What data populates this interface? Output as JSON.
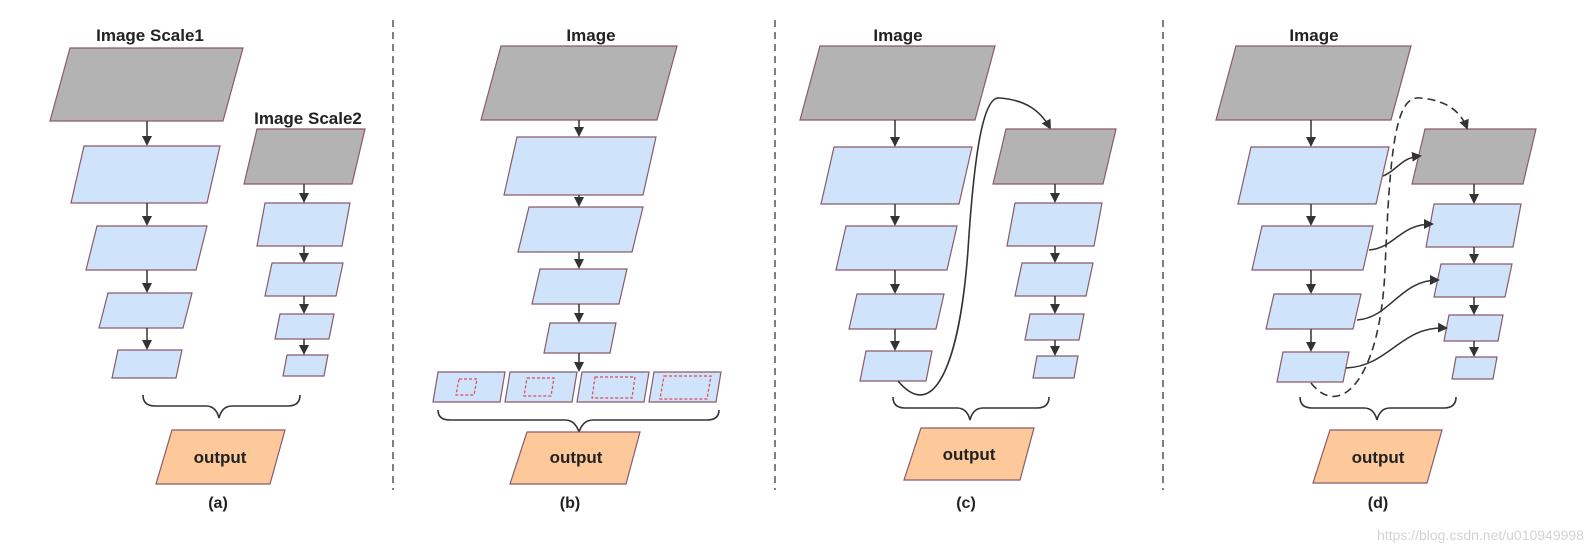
{
  "colors": {
    "image_fill": "#b3b3b3",
    "feature_fill": "#cfe3fa",
    "output_fill": "#fdc99a",
    "stroke": "#8a5a6a",
    "arrow": "#333333",
    "anchor_box": "#e0485a",
    "divider": "#555555"
  },
  "panel_a": {
    "title1": "Image Scale1",
    "title2": "Image Scale2",
    "output": "output",
    "caption": "(a)"
  },
  "panel_b": {
    "title": "Image",
    "output": "output",
    "caption": "(b)"
  },
  "panel_c": {
    "title": "Image",
    "output": "output",
    "caption": "(c)"
  },
  "panel_d": {
    "title": "Image",
    "output": "output",
    "caption": "(d)"
  },
  "watermark": "https://blog.csdn.net/u010949998"
}
